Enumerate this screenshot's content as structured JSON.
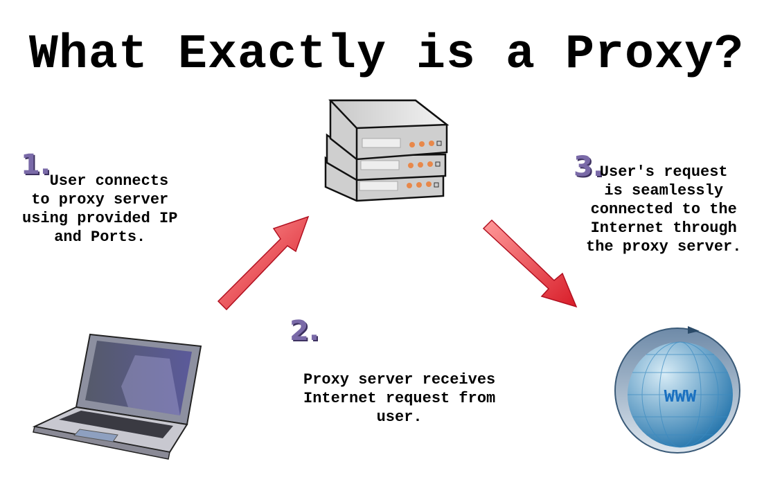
{
  "title": "What Exactly is a Proxy?",
  "steps": [
    {
      "number": "1.",
      "text": "  User connects\nto proxy server\nusing provided IP\nand Ports."
    },
    {
      "number": "2.",
      "text": "Proxy server receives\nInternet request from\nuser."
    },
    {
      "number": "3.",
      "text": "User's request\nis seamlessly\nconnected to the\nInternet through\nthe proxy server."
    }
  ],
  "globe_label": "WWW",
  "colors": {
    "step_number": "#7a6aa8",
    "arrow": "#e8303a",
    "globe": "#2a7ab8",
    "led": "#e8884a"
  }
}
